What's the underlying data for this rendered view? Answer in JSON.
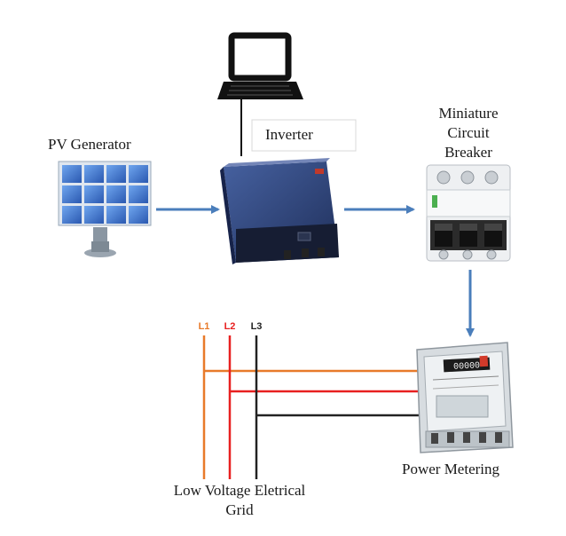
{
  "labels": {
    "pv_generator": "PV Generator",
    "inverter": "Inverter",
    "breaker_line1": "Miniature",
    "breaker_line2": "Circuit",
    "breaker_line3": "Breaker",
    "power_metering": "Power Metering",
    "grid_line1": "Low Voltage Eletrical",
    "grid_line2": "Grid"
  },
  "phases": [
    {
      "label": "L1",
      "color": "#e87a2a"
    },
    {
      "label": "L2",
      "color": "#e82020"
    },
    {
      "label": "L3",
      "color": "#222222"
    }
  ],
  "meter_reading": "00000",
  "colors": {
    "arrow": "#4a7ebb",
    "panel_blue": "#3a6fc4",
    "inverter_body": "#2c3e6e",
    "breaker_green": "#4caf50"
  },
  "icons": [
    "laptop-icon",
    "solar-panel-icon",
    "inverter-icon",
    "circuit-breaker-icon",
    "energy-meter-icon"
  ]
}
